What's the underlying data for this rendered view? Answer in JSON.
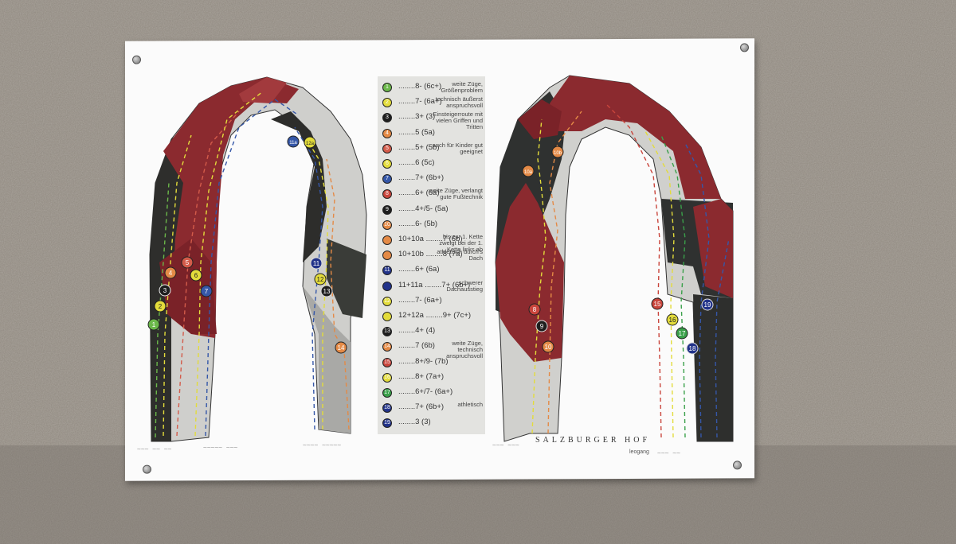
{
  "legend": [
    {
      "num": "1",
      "color": "#6bb84a",
      "text": "........8-  (6c+)",
      "note": "weite Züge, Größenproblem"
    },
    {
      "num": "2",
      "color": "#e3dc3b",
      "text": "........7-  (6a+)",
      "note": "technisch äußerst anspruchsvoll"
    },
    {
      "num": "3",
      "color": "#1e1e1e",
      "text": "........3+ (3)",
      "note": "Einsteigerroute mit vielen Griffen und Tritten"
    },
    {
      "num": "4",
      "color": "#e48a46",
      "text": "........5  (5a)",
      "note": ""
    },
    {
      "num": "5",
      "color": "#d35b4a",
      "text": "........5+ (5b)",
      "note": "auch für Kinder gut geeignet"
    },
    {
      "num": "6",
      "color": "#e3dc3b",
      "text": "........6  (5c)",
      "note": ""
    },
    {
      "num": "7",
      "color": "#3557a8",
      "text": "........7+ (6b+)",
      "note": ""
    },
    {
      "num": "8",
      "color": "#c9453c",
      "text": "........6+ (6a)",
      "note": "weite Züge, verlangt gute Fußtechnik"
    },
    {
      "num": "9",
      "color": "#1e1e1e",
      "text": "........4+/5- (5a)",
      "note": ""
    },
    {
      "num": "10",
      "color": "#e48a46",
      "text": "........6-  (5b)",
      "note": ""
    },
    {
      "num": "10+10a",
      "color": "#e48a46",
      "text": "........7  (6b)",
      "note": "bis zur 1. Kette zweigt bei der 1. Kette links ab"
    },
    {
      "num": "10+10b",
      "color": "#e48a46",
      "text": "........8  (7a)",
      "note": "athletisch durch's Dach"
    },
    {
      "num": "11",
      "color": "#22338a",
      "text": "........6+ (6a)",
      "note": ""
    },
    {
      "num": "11+11a",
      "color": "#22338a",
      "text": "........7+ (6b+)",
      "note": "schwerer Dachausstieg"
    },
    {
      "num": "12",
      "color": "#e3dc3b",
      "text": "........7-  (6a+)",
      "note": ""
    },
    {
      "num": "12+12a",
      "color": "#e3dc3b",
      "text": "........9+ (7c+)",
      "note": ""
    },
    {
      "num": "13",
      "color": "#1e1e1e",
      "text": "........4+ (4)",
      "note": ""
    },
    {
      "num": "14",
      "color": "#e48a46",
      "text": "........7  (6b)",
      "note": "weite Züge, technisch anspruchsvoll"
    },
    {
      "num": "15",
      "color": "#c9453c",
      "text": "........8+/9- (7b)",
      "note": ""
    },
    {
      "num": "16",
      "color": "#e3dc3b",
      "text": "........8+ (7a+)",
      "note": ""
    },
    {
      "num": "17",
      "color": "#3aa04a",
      "text": "........6+/7- (6a+)",
      "note": ""
    },
    {
      "num": "18",
      "color": "#22338a",
      "text": "........7+ (6b+)",
      "note": "athletisch"
    },
    {
      "num": "19",
      "color": "#22338a",
      "text": "........3  (3)",
      "note": ""
    }
  ],
  "brand": "SALZBURGER HOF",
  "brand_sub": "leogang",
  "colors": {
    "wall": "#8f877d",
    "board": "#fbfbfb",
    "wine": "#8b2a2f",
    "dark": "#2f2f2d",
    "grey": "#b9b9b6"
  }
}
